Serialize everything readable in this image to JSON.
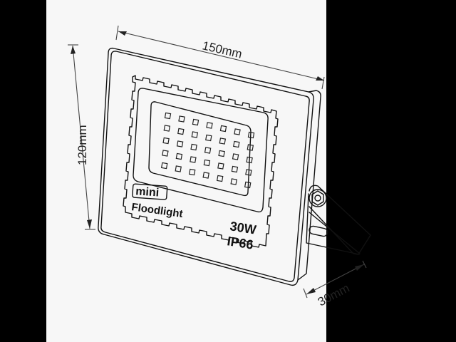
{
  "drawing": {
    "subject": "mini LED floodlight dimension drawing",
    "background_color": "#f7f7f7",
    "side_bar_color": "#000000",
    "line_color": "#111111"
  },
  "dimensions": {
    "width": {
      "label": "150mm",
      "value": 150,
      "unit": "mm"
    },
    "height": {
      "label": "120mm",
      "value": 120,
      "unit": "mm"
    },
    "depth": {
      "label": "30mm",
      "value": 30,
      "unit": "mm"
    }
  },
  "product_labels": {
    "badge": "mini",
    "name": "Floodlight",
    "power": "30W",
    "rating": "IP66"
  },
  "led_array": {
    "columns": 7,
    "rows": 5
  }
}
